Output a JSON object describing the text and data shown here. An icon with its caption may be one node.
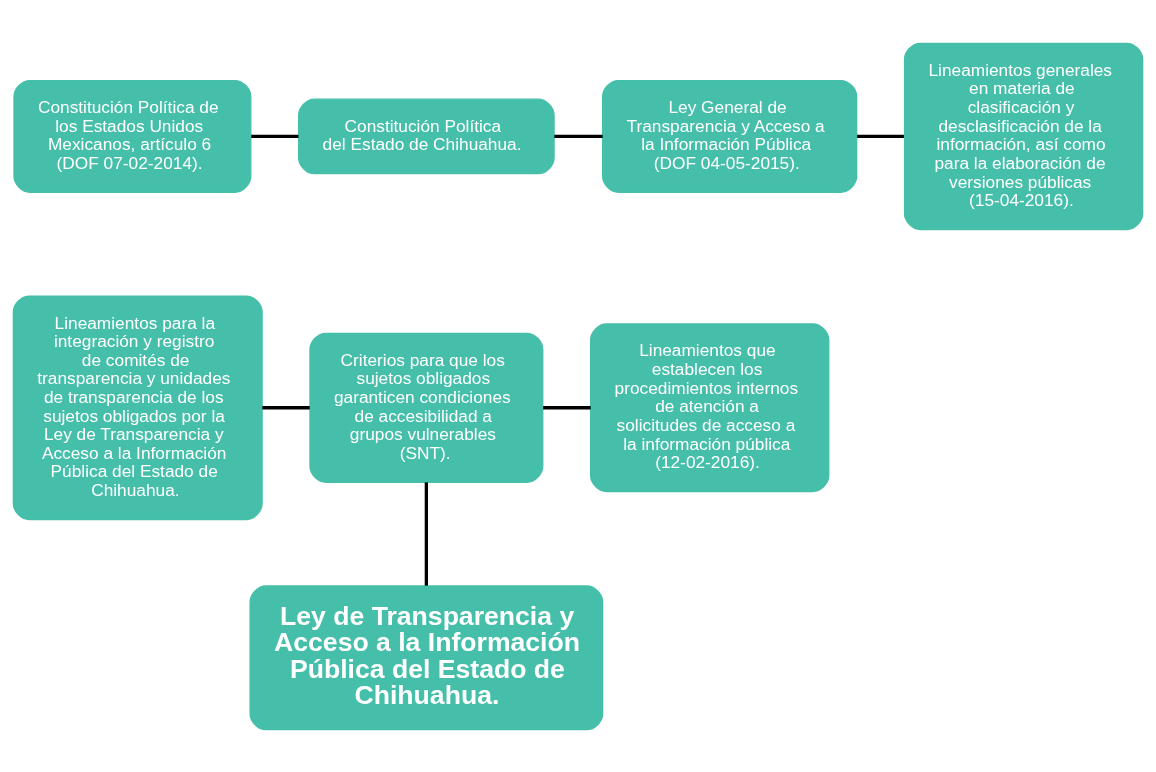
{
  "diagram": {
    "nodes": [
      {
        "text": [
          "Constitución Política de los Estados Unidos Mexicanos, artículo 6 (DOF 07-02-2014)."
        ]
      },
      {
        "text": [
          "Constitución Política del Estado de Chihuahua."
        ]
      },
      {
        "text": [
          "Ley General de Transparencia y Acceso a la Información Pública (DOF 04-05-2015)."
        ]
      },
      {
        "text": [
          "Lineamientos generales en materia de clasificación y desclasificación de la información, así como para la elaboración de versiones públicas (15-04-2016)."
        ]
      },
      {
        "text": [
          "Lineamientos para la integración y registro de comités de transparencia y unidades de transparencia de los sujetos obligados por la Ley de Transparencia y Acceso a la Información Pública del Estado de Chihuahua."
        ]
      },
      {
        "text": [
          "Criterios para que los sujetos obligados garanticen condiciones de accesibilidad a grupos vulnerables (SNT)."
        ]
      },
      {
        "text": [
          "Lineamientos que establecen los procedimientos internos de atención a solicitudes de acceso a la información pública (12-02-2016)."
        ]
      },
      {
        "text": [
          "Ley de Transparencia y Acceso a la Información Pública del Estado de Chihuahua."
        ]
      }
    ],
    "edges": [
      {
        "from": 0,
        "to": 1,
        "arrow": "none"
      },
      {
        "from": 1,
        "to": 2,
        "arrow": "none"
      },
      {
        "from": 2,
        "to": 3,
        "arrow": "none"
      },
      {
        "from": 4,
        "to": 5,
        "arrow": "none"
      },
      {
        "from": 5,
        "to": 6,
        "arrow": "none"
      },
      {
        "from": 5,
        "to": 7,
        "arrow": "none"
      }
    ]
  }
}
